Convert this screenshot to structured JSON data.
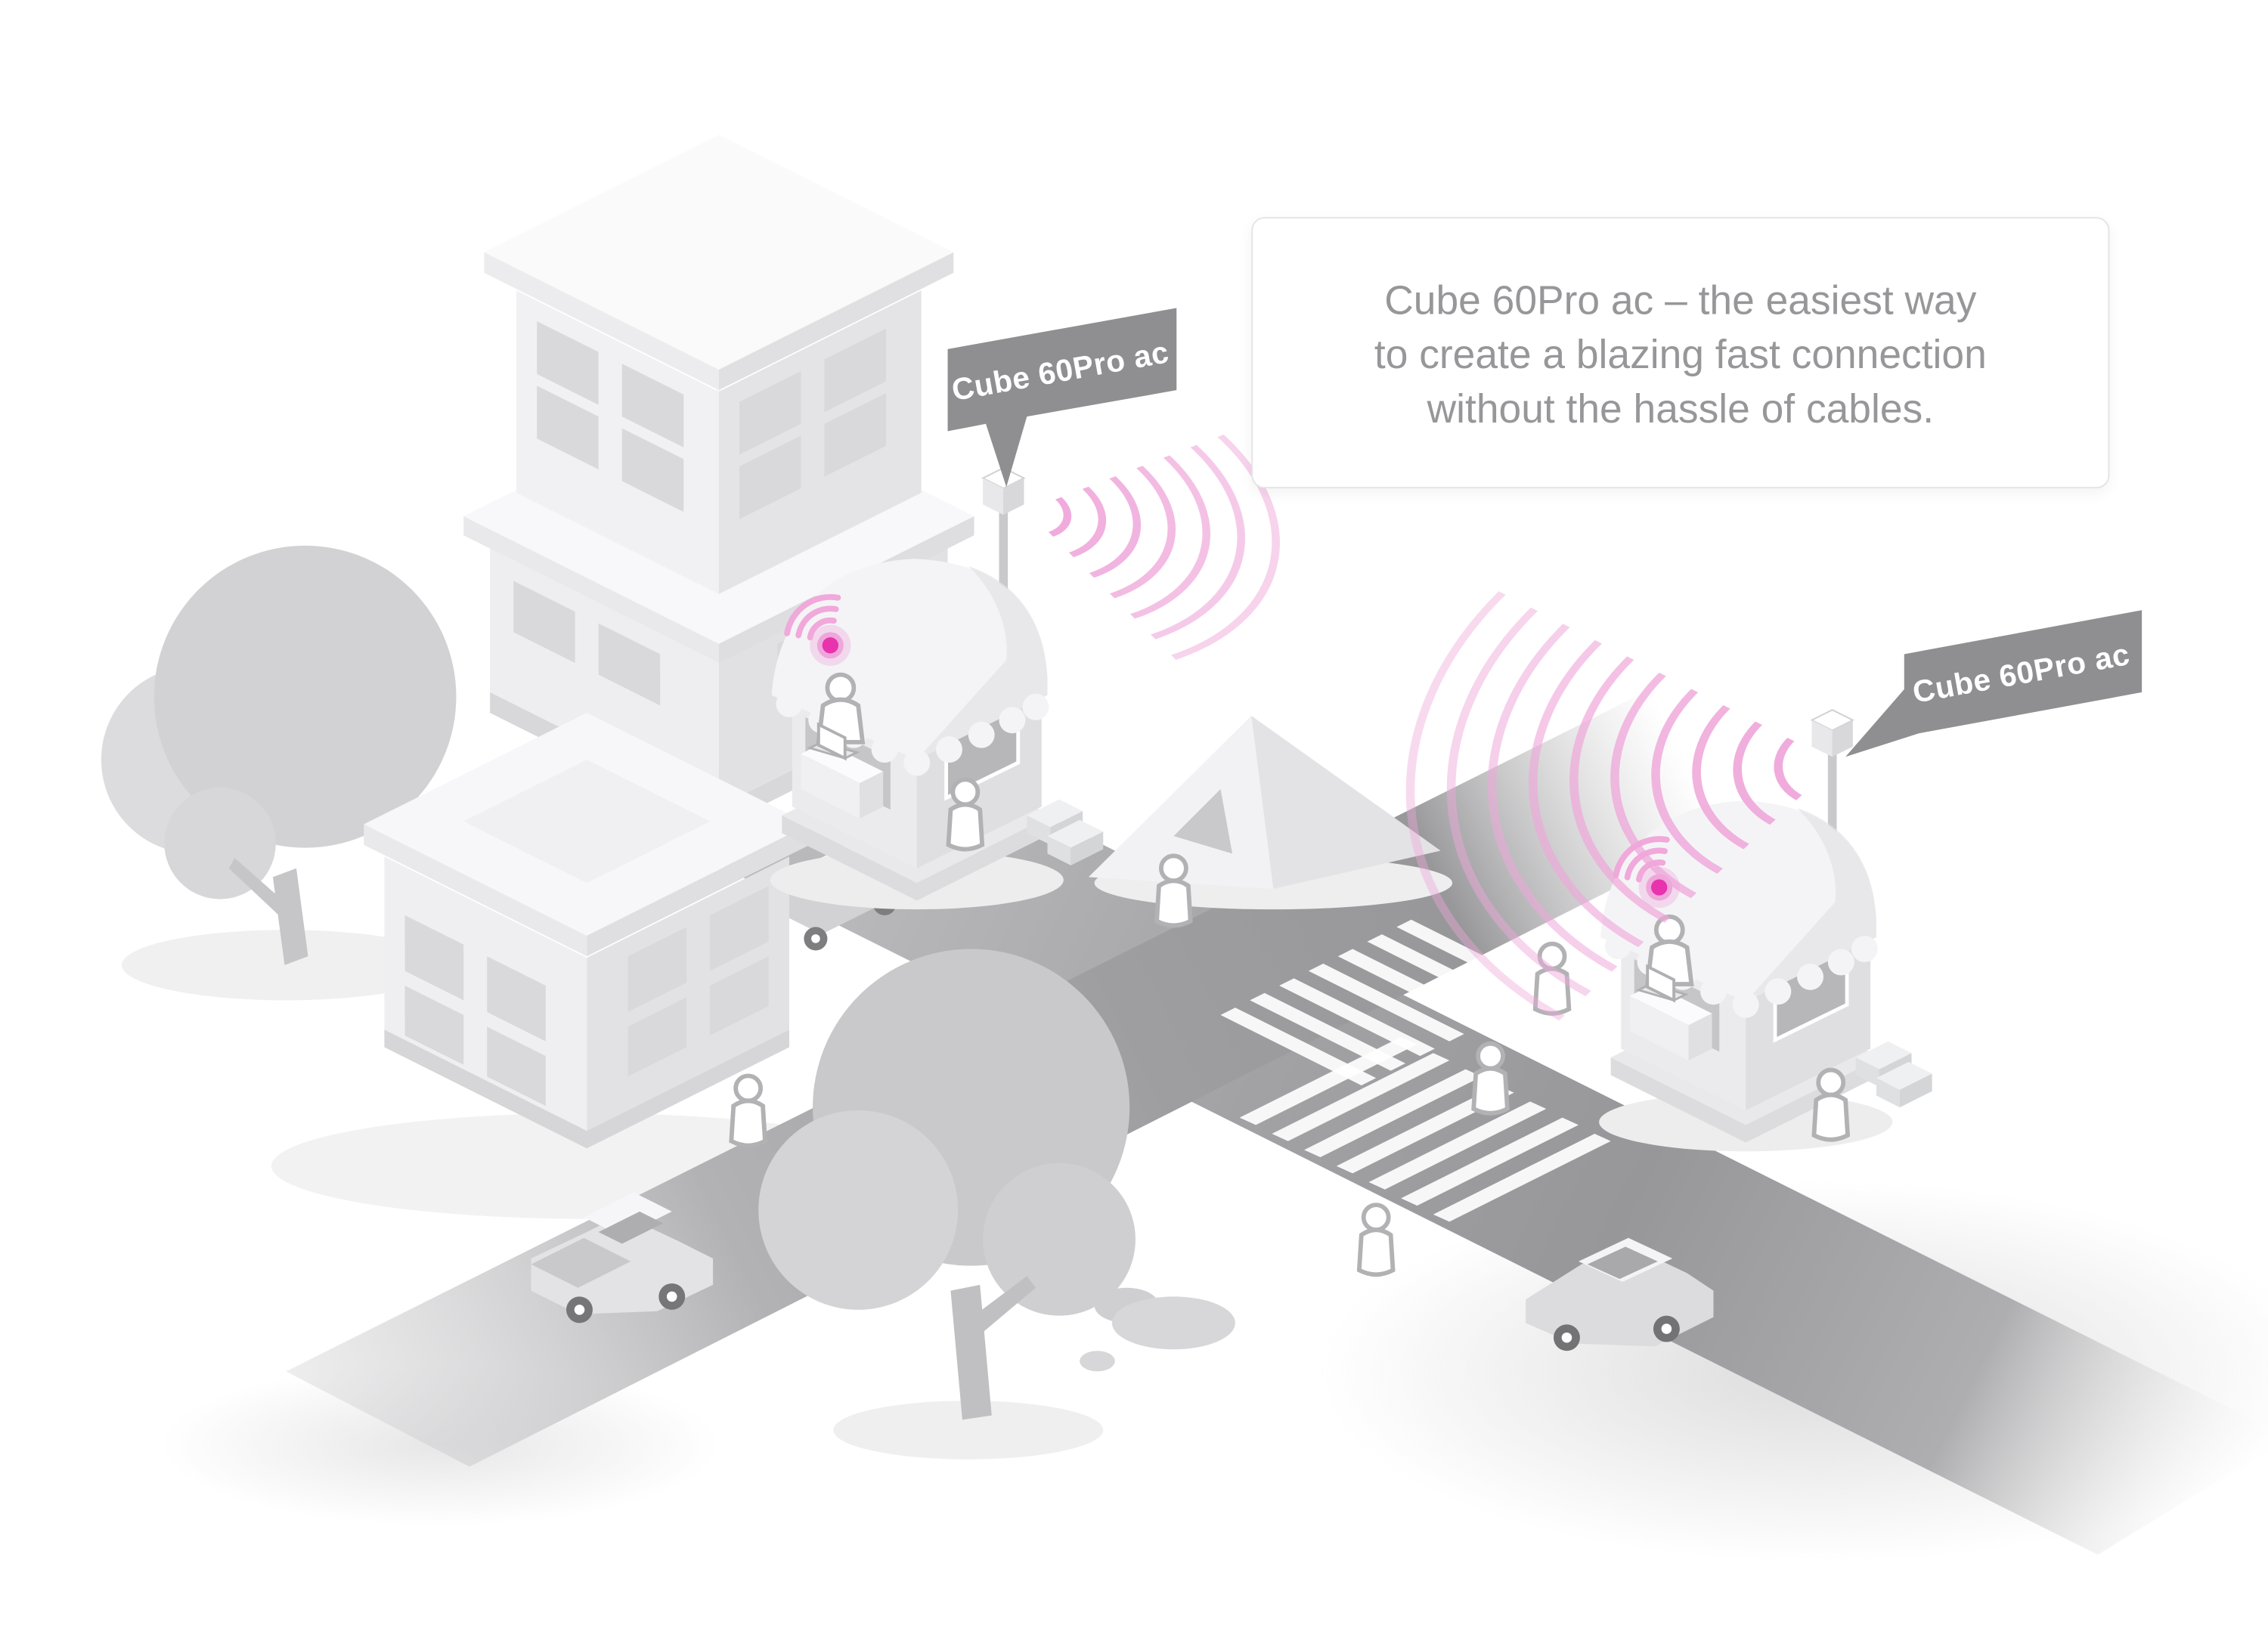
{
  "title_box": {
    "lines": [
      "Cube 60Pro ac – the easiest way",
      "to create a blazing fast connection",
      "without the hassle of cables."
    ]
  },
  "badges": [
    {
      "label": "Cube 60Pro ac"
    },
    {
      "label": "Cube 60Pro ac"
    }
  ],
  "colors": {
    "signal_pink": "#efa7da",
    "device_dot_magenta": "#e832ae",
    "badge_gray": "#8f8f91",
    "info_text_gray": "#97979a",
    "road_gray": "#9a9a9c"
  },
  "icons": {
    "wifi_device": "isometric cube on pole",
    "wifi_signal": "concentric pink arcs",
    "wifi_dot": "glowing magenta dot",
    "person": "white figure with gray outline"
  }
}
